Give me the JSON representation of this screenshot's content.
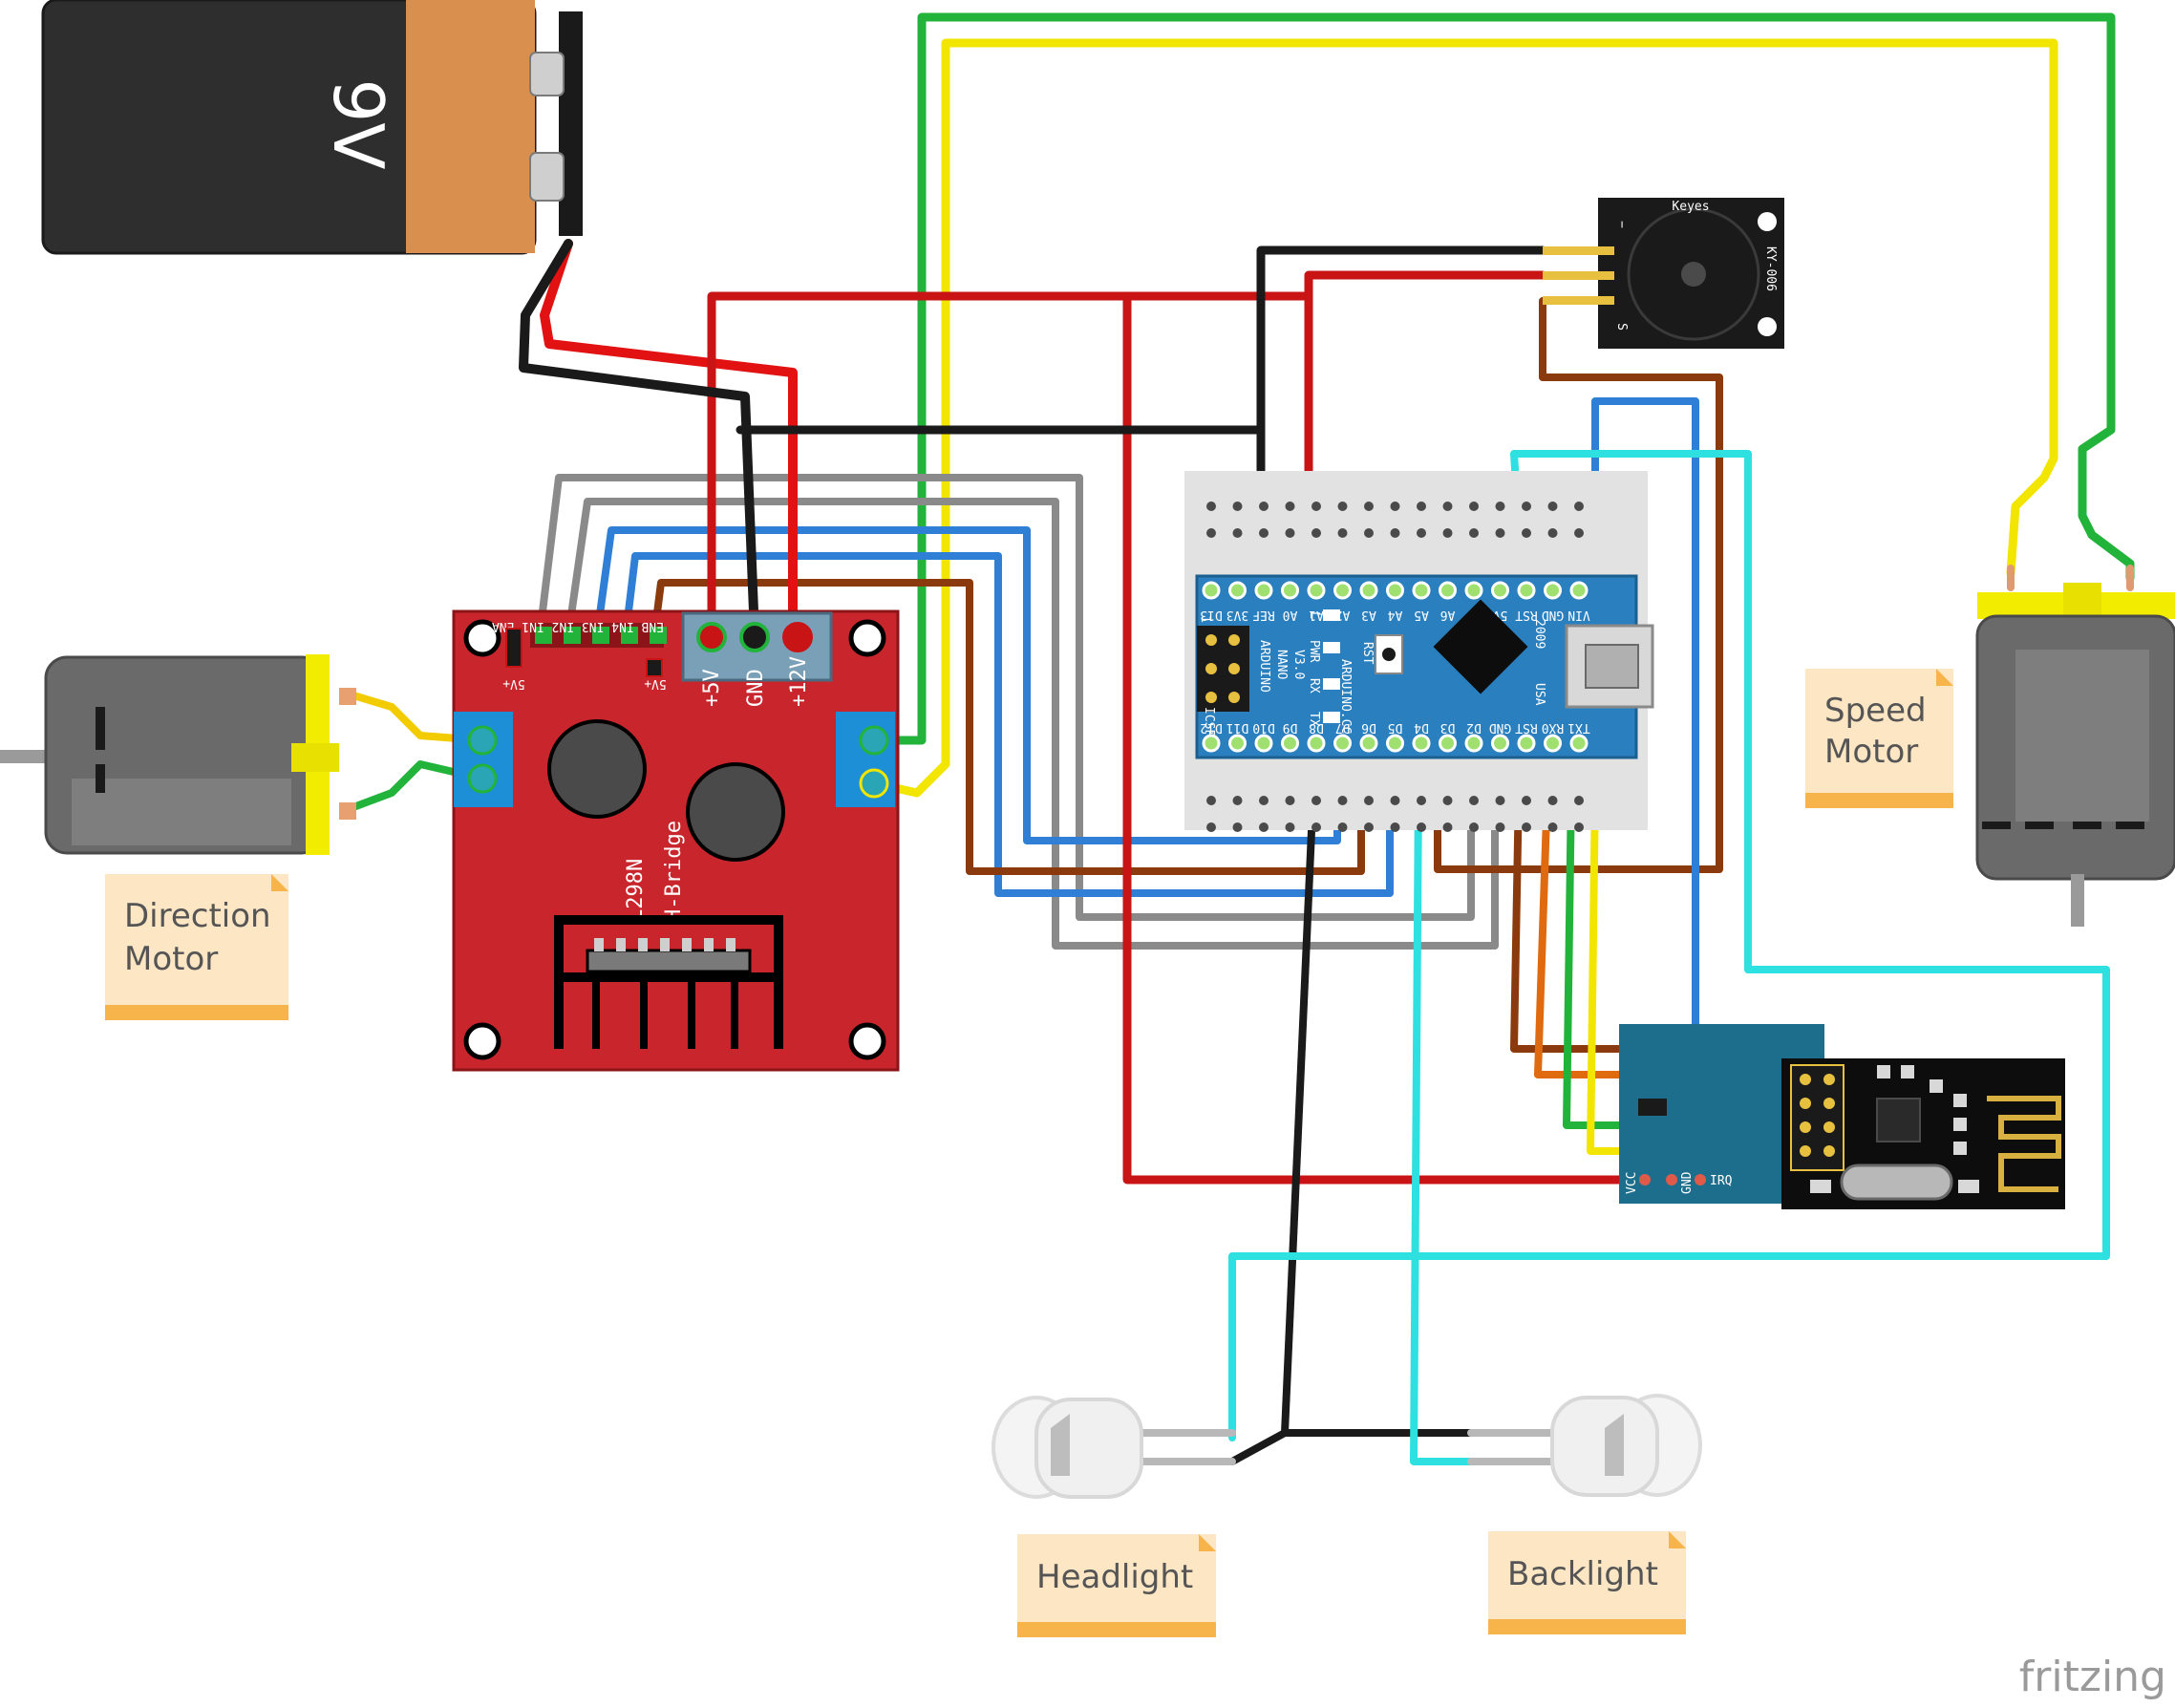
{
  "battery": {
    "label": "9V"
  },
  "hbridge": {
    "model": "L298N",
    "name": "H-Bridge",
    "pin_5v": "+5V",
    "pin_gnd": "GND",
    "pin_12v": "+12V",
    "header_left": "ENB IN4 IN3 IN2 IN1 ENA",
    "jumper_label_a": "5V+",
    "jumper_label_b": "5V+"
  },
  "arduino": {
    "name": "ARDUINO",
    "model": "NANO",
    "version": "V3.0",
    "brand": "ARDUINO.CC",
    "year": "2009",
    "usa": "USA",
    "icsp": "ICSP",
    "top_pins": [
      "D13",
      "3V3",
      "REF",
      "A0",
      "A1",
      "A2",
      "A3",
      "A4",
      "A5",
      "A6",
      "A7",
      "5V",
      "RST",
      "GND",
      "VIN"
    ],
    "bottom_pins": [
      "D12",
      "D11",
      "D10",
      "D9",
      "D8",
      "D7",
      "D6",
      "D5",
      "D4",
      "D3",
      "D2",
      "GND",
      "RST",
      "RX0",
      "TX1"
    ],
    "leds": [
      "L",
      "PWR",
      "RX",
      "TX"
    ],
    "rst_label": "RST",
    "icsp_num": "1"
  },
  "buzzer": {
    "brand": "Keyes",
    "model": "KY-006",
    "pin_minus": "−",
    "pin_s": "S"
  },
  "radio": {
    "pin_vcc": "VCC",
    "pin_gnd": "GND",
    "pin_irq": "IRQ"
  },
  "notes": {
    "direction_line1": "Direction",
    "direction_line2": "Motor",
    "speed_line1": "Speed",
    "speed_line2": "Motor",
    "headlight": "Headlight",
    "backlight": "Backlight"
  },
  "watermark": "fritzing",
  "colors": {
    "board_red": "#c8262c",
    "nano_blue": "#2a7fbf",
    "radio_teal": "#1d6e8c",
    "wire_green": "#22b33a",
    "wire_yellow": "#f2e500",
    "wire_red": "#c81414",
    "wire_black": "#1a1a1a",
    "wire_blue": "#2f7fd6",
    "wire_cyan": "#2fe0e0",
    "wire_brown": "#8a3a0c",
    "wire_orange": "#e06a10",
    "wire_gray": "#8a8a8a",
    "note_fill": "#fde6c4",
    "note_bar": "#f7b44a"
  }
}
